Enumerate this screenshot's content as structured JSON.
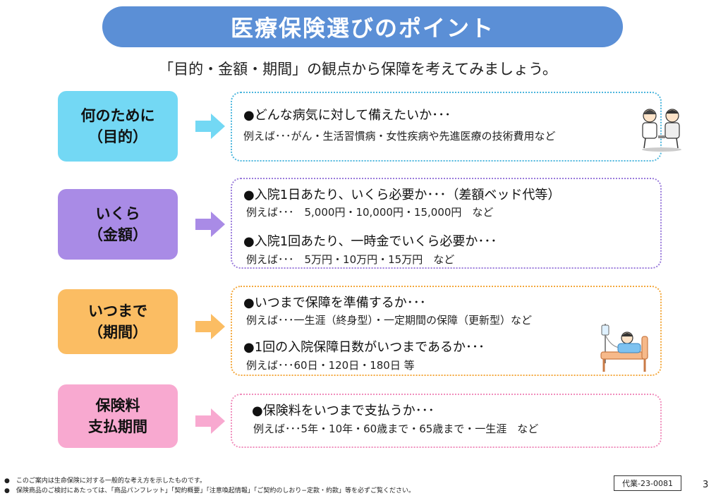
{
  "title": "医療保険選びのポイント",
  "subtitle": "「目的・金額・期間」の観点から保障を考えてみましょう。",
  "sections": [
    {
      "label_line1": "何のために",
      "label_line2": "（目的）",
      "color": "#73d8f4",
      "border": "#4cb6dd",
      "items": [
        {
          "main": "●どんな病気に対して備えたいか･･･",
          "example": "例えば･･･がん・生活習慣病・女性疾病や先進医療の技術費用など"
        }
      ]
    },
    {
      "label_line1": "いくら",
      "label_line2": "（金額）",
      "color": "#a98be6",
      "border": "#9a7bdb",
      "items": [
        {
          "main": "●入院1日あたり、いくら必要か･･･（差額ベッド代等）",
          "example": "例えば･･･　5,000円・10,000円・15,000円　など"
        },
        {
          "main": "●入院1回あたり、一時金でいくら必要か･･･",
          "example": "例えば･･･　5万円・10万円・15万円　など"
        }
      ]
    },
    {
      "label_line1": "いつまで",
      "label_line2": "（期間）",
      "color": "#fbbd63",
      "border": "#f4a83c",
      "items": [
        {
          "main": "●いつまで保障を準備するか･･･",
          "example": "例えば･･･一生涯（終身型）・一定期間の保障（更新型）など"
        },
        {
          "main": "●1回の入院保障日数がいつまであるか･･･",
          "example": "例えば･･･60日・120日・180日 等"
        }
      ]
    },
    {
      "label_line1": "保険料",
      "label_line2": "支払期間",
      "color": "#f8a9d0",
      "border": "#f08dbc",
      "items": [
        {
          "main": "●保険料をいつまで支払うか･･･",
          "example": "例えば･･･5年・10年・60歳まで・65歳まで・一生涯　など"
        }
      ]
    }
  ],
  "footnotes": [
    "●　このご案内は生命保険に対する一般的な考え方を示したものです。",
    "●　保険商品のご検討にあたっては、「商品パンフレット」「契約概要」「注意喚起情報」「ご契約のしおり−定款・約款」等を必ずご覧ください。"
  ],
  "document_code": "代業-23-0081",
  "page_number": "3"
}
